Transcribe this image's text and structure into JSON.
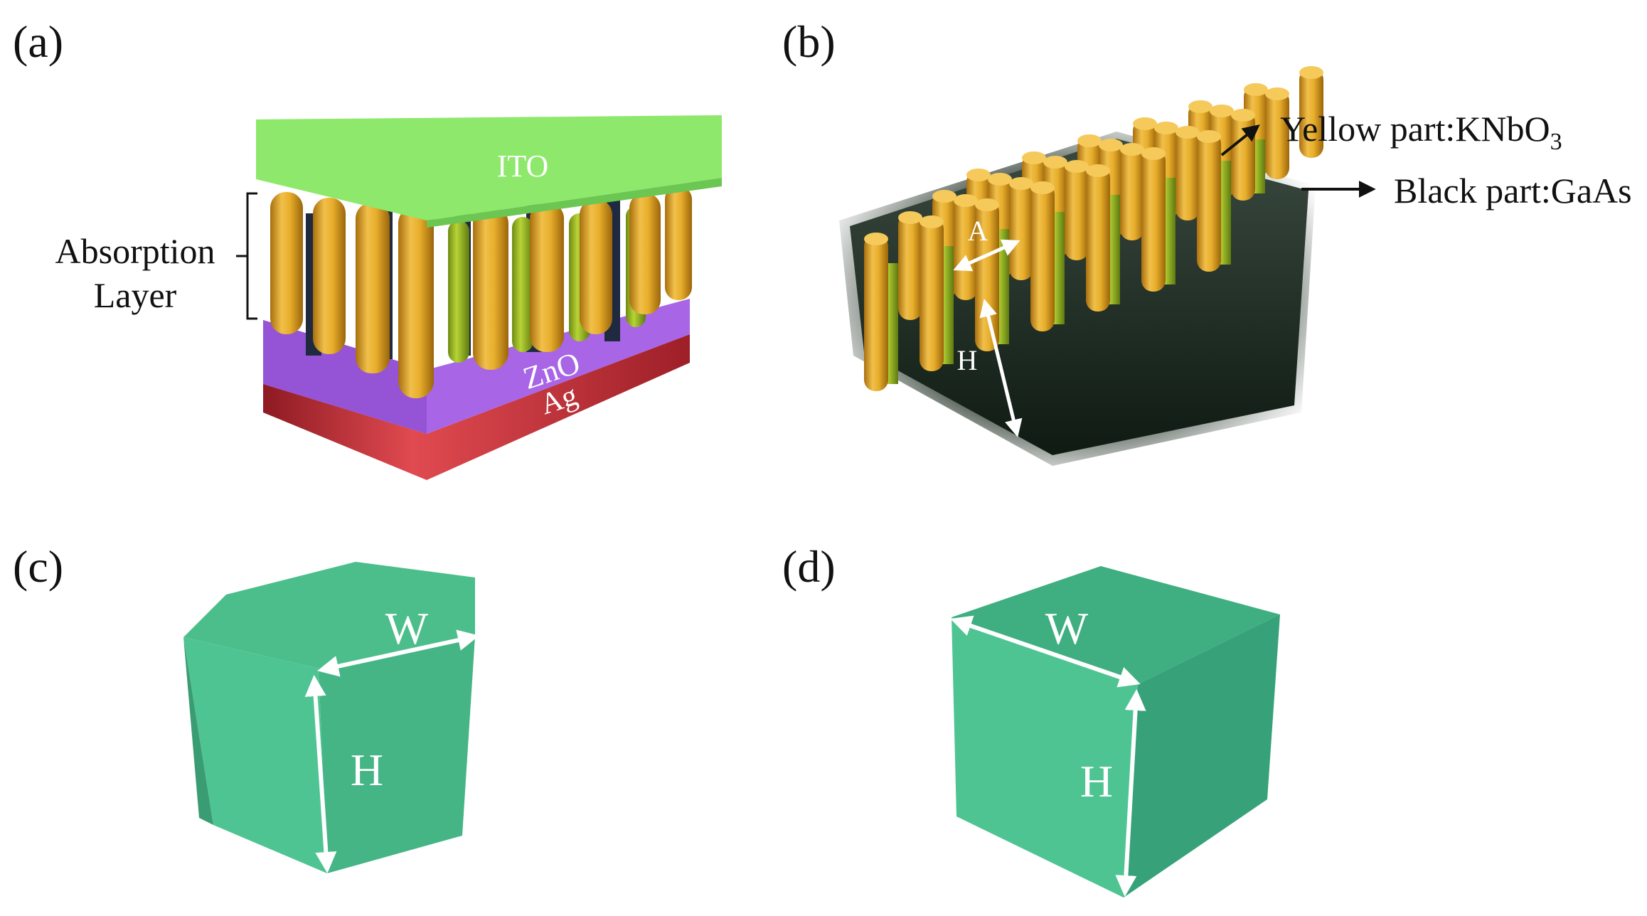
{
  "panels": {
    "a": {
      "label": "(a)",
      "top_layer": "ITO",
      "absorption_label_line1": "Absorption",
      "absorption_label_line2": "Layer",
      "zno_label": "ZnO",
      "ag_label": "Ag"
    },
    "b": {
      "label": "(b)",
      "period_label": "A",
      "height_label": "H",
      "yellow_annotation_prefix": "Yellow part:KNbO",
      "yellow_annotation_subscript": "3",
      "black_annotation": "Black part:GaAs"
    },
    "c": {
      "label": "(c)",
      "width_label": "W",
      "height_label": "H"
    },
    "d": {
      "label": "(d)",
      "width_label": "W",
      "height_label": "H"
    }
  },
  "colors": {
    "ito": "#8ee86c",
    "pillar": "#e8ae2c",
    "pillar_dark": "#b47f12",
    "green_pillar": "#9fc02a",
    "zno": "#a865e6",
    "ag": "#c52b33",
    "shape_green": "#4fc493",
    "shape_dark": "#37a27a"
  }
}
